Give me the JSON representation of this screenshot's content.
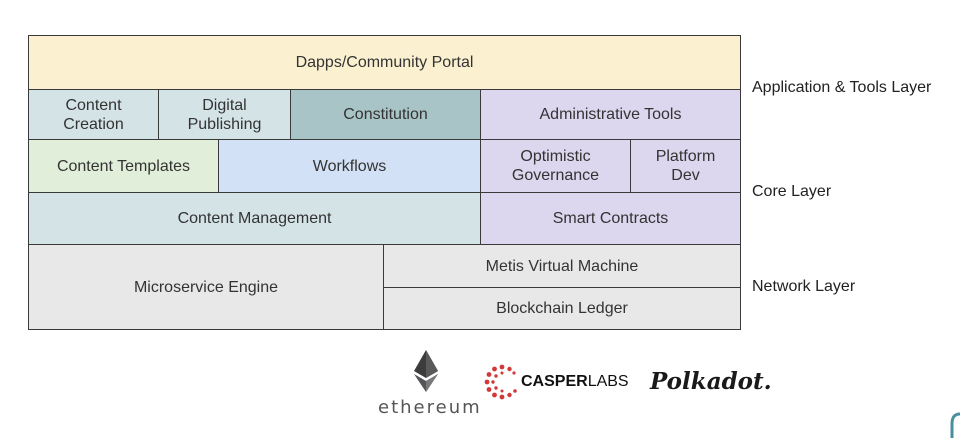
{
  "blocks": {
    "portal": "Dapps/Community Portal",
    "content_creation": "Content\nCreation",
    "digital_publishing": "Digital\nPublishing",
    "constitution": "Constitution",
    "admin_tools": "Administrative Tools",
    "content_templates": "Content Templates",
    "workflows": "Workflows",
    "optimistic_governance": "Optimistic\nGovernance",
    "platform_dev": "Platform\nDev",
    "content_management": "Content Management",
    "smart_contracts": "Smart Contracts",
    "microservice_engine": "Microservice Engine",
    "metis_vm": "Metis Virtual Machine",
    "blockchain_ledger": "Blockchain Ledger"
  },
  "layers": {
    "application": "Application & Tools Layer",
    "core": "Core Layer",
    "network": "Network Layer"
  },
  "logos": {
    "ethereum": "ethereum",
    "casper_bold": "CASPER",
    "casper_light": "LABS",
    "polkadot": "Polkadot."
  },
  "colors": {
    "portal": "#fbf1d1",
    "light_blue_grey": "#d4e3e6",
    "constitution": "#a9c4c7",
    "lavender": "#dcd6ee",
    "light_green": "#e1efda",
    "light_blue": "#d3e1f6",
    "grey": "#e8e8e8",
    "casper_red": "#d23838"
  }
}
